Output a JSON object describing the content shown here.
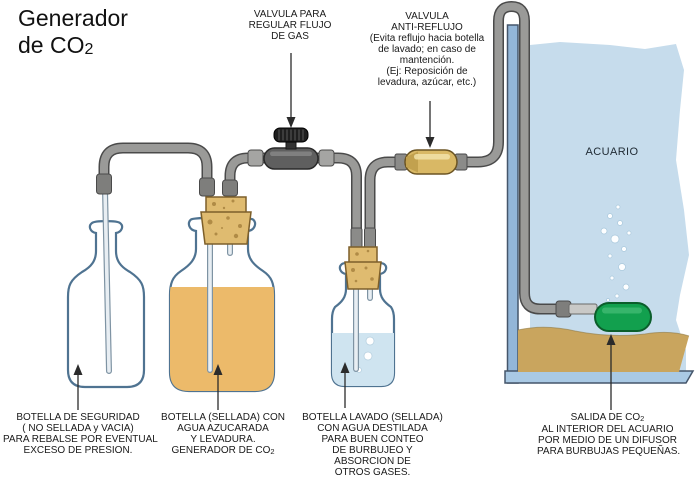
{
  "title": {
    "line1": "Generador",
    "line2_main": "de CO",
    "line2_sub": "2"
  },
  "annotations": {
    "valve_regulator": {
      "lines": [
        "VALVULA PARA",
        "REGULAR FLUJO",
        "DE GAS"
      ]
    },
    "valve_antireflux": {
      "lines": [
        "VALVULA",
        "ANTI-REFLUJO",
        "(Evita reflujo hacia botella",
        "de lavado; en caso de",
        "mantención.",
        "(Ej: Reposición de",
        "levadura, azúcar, etc.)"
      ]
    },
    "safety_bottle": {
      "lines": [
        "BOTELLA DE SEGURIDAD",
        "( NO SELLADA y VACIA)",
        "PARA REBALSE POR EVENTUAL",
        "EXCESO DE PRESION."
      ]
    },
    "generator_bottle": {
      "lines": [
        "BOTELLA (SELLADA) CON",
        "AGUA AZUCARADA",
        "Y LEVADURA."
      ],
      "last_main": "GENERADOR DE CO",
      "last_sub": "2"
    },
    "washing_bottle": {
      "lines": [
        "BOTELLA LAVADO (SELLADA)",
        "CON AGUA DESTILADA",
        "PARA BUEN CONTEO",
        "DE BURBUJEO Y",
        "ABSORCION DE",
        "OTROS GASES."
      ]
    },
    "co2_outlet": {
      "first_main": "SALIDA DE CO",
      "first_sub": "2",
      "lines": [
        "AL INTERIOR DEL ACUARIO",
        "POR MEDIO DE UN DIFUSOR",
        "PARA BURBUJAS PEQUEÑAS."
      ]
    },
    "aquarium": {
      "label": "ACUARIO"
    }
  },
  "colors": {
    "tube": "#9a9a98",
    "tube_outline": "#4a4a4a",
    "thin_tube": "#e8eef3",
    "bottle_outline": "#4f7391",
    "sugar_water": "#ecba6a",
    "cork": "#dfbb70",
    "cork_speck": "#a8833f",
    "distilled_water": "#cfe4f0",
    "gas_valve_body": "#5f5f5f",
    "gas_valve_knob": "#1f1f1f",
    "antireflux_body": "#d9b865",
    "aquarium_water": "#c6dcec",
    "aquarium_glass": "#93b6d8",
    "sand": "#c9a55e",
    "diffuser": "#12a04e",
    "arrow": "#2b2b2b"
  }
}
